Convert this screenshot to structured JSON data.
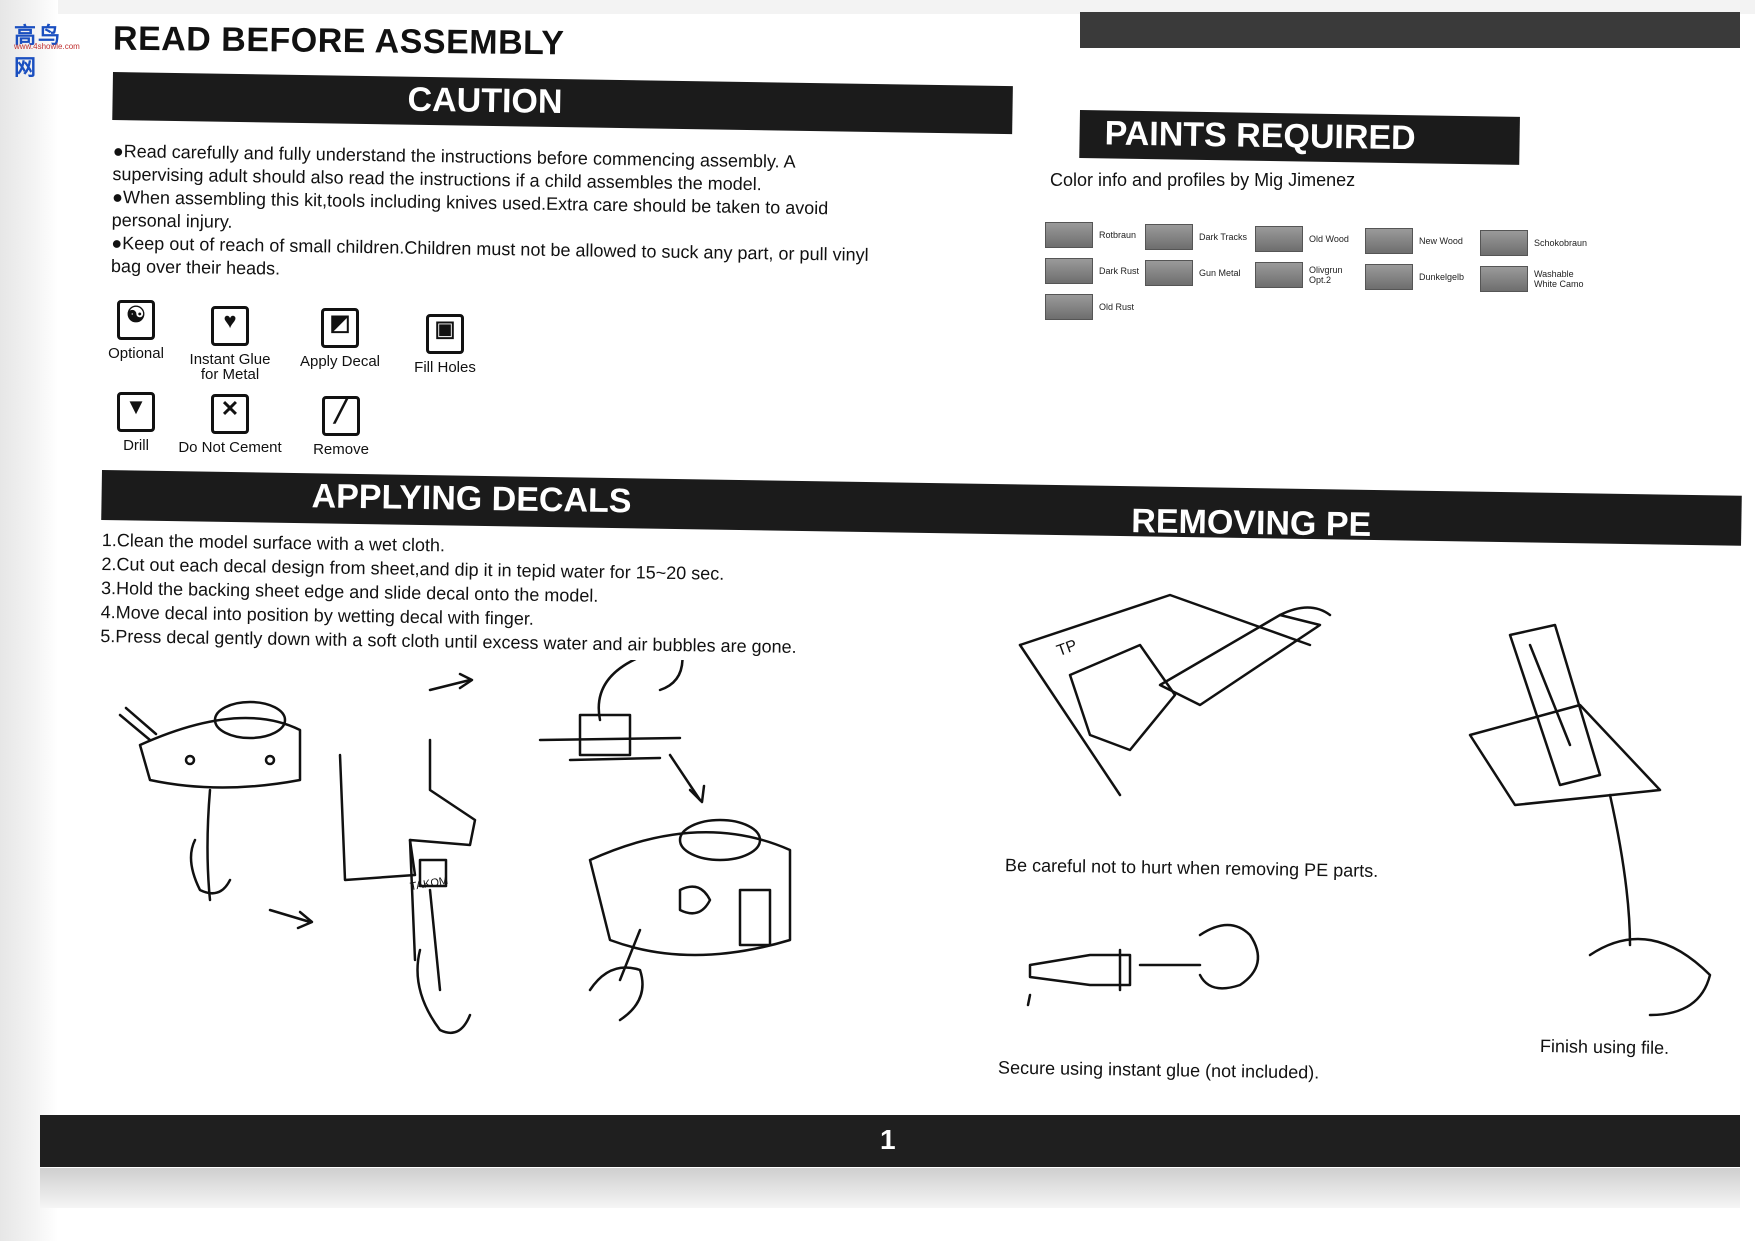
{
  "logo": {
    "text": "高鸟网",
    "sub": "www.4showle.com"
  },
  "header": {
    "title": "READ BEFORE ASSEMBLY"
  },
  "caution": {
    "title": "CAUTION",
    "paragraphs": [
      "●Read carefully and fully understand the instructions before commencing assembly. A supervising adult should also read the instructions if a child assembles the model.",
      "●When assembling this kit,tools including knives used.Extra care should be taken to avoid personal injury.",
      "●Keep out of reach of small children.Children must not be allowed to suck any part, or pull vinyl bag over their heads."
    ]
  },
  "icons": [
    {
      "name": "optional-icon",
      "glyph": "☯",
      "label": "Optional"
    },
    {
      "name": "instant-glue-icon",
      "glyph": "♥",
      "label": "Instant Glue for Metal"
    },
    {
      "name": "apply-decal-icon",
      "glyph": "◩",
      "label": "Apply Decal"
    },
    {
      "name": "fill-holes-icon",
      "glyph": "▣",
      "label": "Fill Holes"
    },
    {
      "name": "drill-icon",
      "glyph": "▼",
      "label": "Drill"
    },
    {
      "name": "do-not-cement-icon",
      "glyph": "✕",
      "label": "Do Not Cement"
    },
    {
      "name": "remove-icon",
      "glyph": "╱",
      "label": "Remove"
    }
  ],
  "paints": {
    "title": "PAINTS REQUIRED",
    "subtitle": "Color info and profiles by Mig Jimenez",
    "colors": [
      "Rotbraun",
      "Dark Tracks",
      "Old Wood",
      "New Wood",
      "Schokobraun",
      "Dark Rust",
      "Gun Metal",
      "Olivgrun Opt.2",
      "Dunkelgelb",
      "Washable White Camo",
      "Old Rust"
    ]
  },
  "decals": {
    "title": "APPLYING DECALS",
    "steps": [
      "1.Clean the model surface with a wet cloth.",
      "2.Cut out each decal design from sheet,and dip it in tepid water for 15~20 sec.",
      "3.Hold the backing sheet edge and slide decal onto the model.",
      "4.Move decal into position by wetting decal with finger.",
      "5.Press decal gently down with a soft cloth until excess water and air bubbles are gone."
    ],
    "sheet_label": "TAKOM"
  },
  "pe": {
    "title": "REMOVING PE",
    "fret_label": "TP",
    "caption_careful": "Be careful not to hurt when removing PE parts.",
    "caption_glue": "Secure using instant glue (not included).",
    "caption_file": "Finish using file."
  },
  "footer": {
    "page": "1"
  }
}
